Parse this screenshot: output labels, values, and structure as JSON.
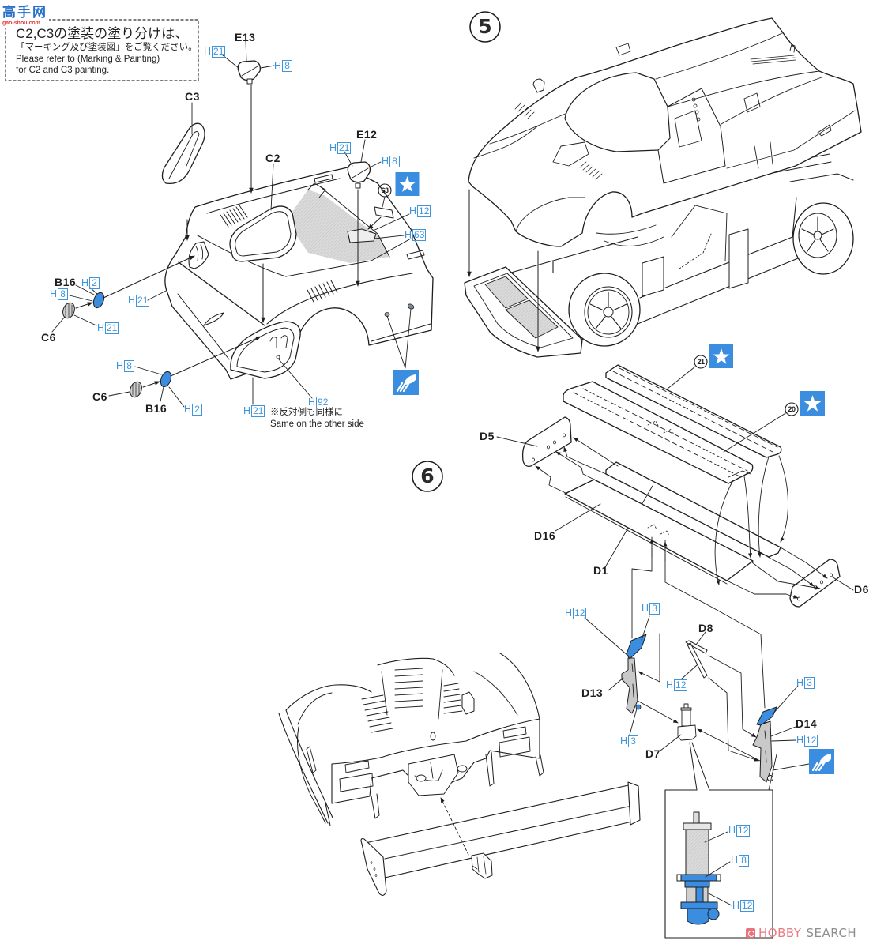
{
  "colors": {
    "ink": "#1e1e1e",
    "accent_blue": "#3b8de0",
    "paint_code_blue": "#3f95dc",
    "part_gray": "#c9c9c9",
    "watermark_red": "#e03a3a"
  },
  "watermark": {
    "logo": "高手网",
    "site": "gao-shou.com"
  },
  "note": {
    "line1": "C2,C3の塗装の塗り分けは、",
    "line2": "「マーキング及び塗装図」をご覧ください。",
    "line3": "Please refer to (Marking & Painting)",
    "line4": "for C2 and C3 painting."
  },
  "icons": {
    "decal_badge": "star-icon",
    "finish_badge": "paint-finish-icon"
  },
  "step5": {
    "number": "5",
    "parts": {
      "e13": "E13",
      "c3": "C3",
      "c2": "C2",
      "e12": "E12",
      "b16_upper": "B16",
      "c6_upper": "C6",
      "c6_lower": "C6",
      "b16_lower": "B16"
    },
    "decal": "63",
    "paint_callouts": [
      {
        "prefix": "H",
        "code": "21"
      },
      {
        "prefix": "H",
        "code": "8"
      },
      {
        "prefix": "H",
        "code": "21"
      },
      {
        "prefix": "H",
        "code": "8"
      },
      {
        "prefix": "H",
        "code": "12"
      },
      {
        "prefix": "H",
        "code": "63"
      },
      {
        "prefix": "H",
        "code": "2"
      },
      {
        "prefix": "H",
        "code": "8"
      },
      {
        "prefix": "H",
        "code": "21"
      },
      {
        "prefix": "H",
        "code": "21"
      },
      {
        "prefix": "H",
        "code": "8"
      },
      {
        "prefix": "H",
        "code": "2"
      },
      {
        "prefix": "H",
        "code": "21"
      },
      {
        "prefix": "H",
        "code": "92"
      }
    ],
    "other_side_note": {
      "ja": "※反対側も同様に",
      "en": "Same on the other side"
    }
  },
  "step6": {
    "number": "6",
    "parts": {
      "d5": "D5",
      "d16": "D16",
      "d1": "D1",
      "d6": "D6",
      "d8": "D8",
      "d13": "D13",
      "d7": "D7",
      "d14": "D14"
    },
    "decals": [
      "21",
      "20"
    ],
    "paint_callouts": [
      {
        "prefix": "H",
        "code": "12"
      },
      {
        "prefix": "H",
        "code": "3"
      },
      {
        "prefix": "H",
        "code": "12"
      },
      {
        "prefix": "H",
        "code": "3"
      },
      {
        "prefix": "H",
        "code": "3"
      },
      {
        "prefix": "H",
        "code": "12"
      }
    ],
    "inset_paint_callouts": [
      {
        "prefix": "H",
        "code": "12"
      },
      {
        "prefix": "H",
        "code": "8"
      },
      {
        "prefix": "H",
        "code": "12"
      }
    ]
  },
  "footer_watermark": {
    "brand_part1": "HOBBY",
    "brand_part2": "SEARCH"
  }
}
